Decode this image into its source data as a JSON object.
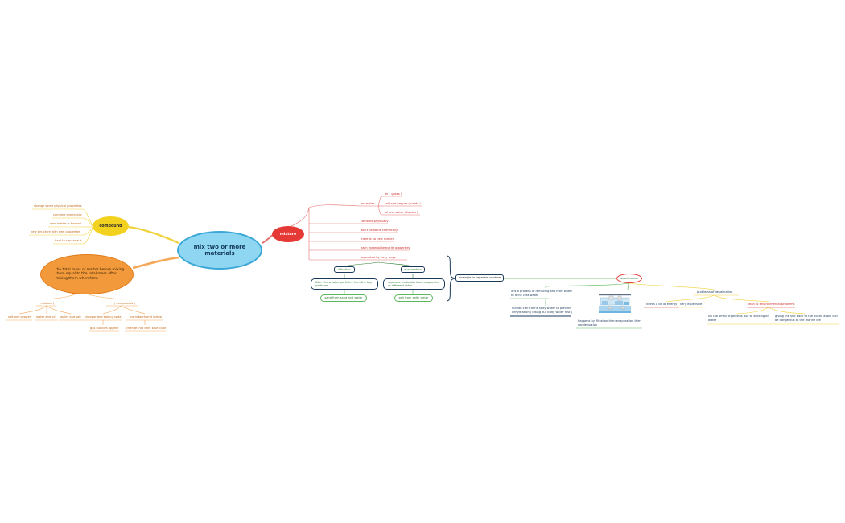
{
  "central": {
    "label": "mix two or more materials"
  },
  "compound": {
    "label": "compound",
    "items": [
      "change some physical properties",
      "combine chemically",
      "new matter is formed",
      "new structure with new properties",
      "hard to separate it"
    ]
  },
  "mass_note": {
    "label": "the total mass of matter before mixing them equal to the total mass after mixing them when form",
    "mixture_branch": {
      "label": "( mixture )",
      "items": [
        "salt and pepper",
        "water and oil",
        "water and salt"
      ]
    },
    "compounds_branch": {
      "label": "( compounds )",
      "items": [
        {
          "label": "vinegar and baking soda",
          "result": "gas bubbles appear"
        },
        {
          "label": "cornstarch and iodine",
          "result": "change into dark blue color"
        }
      ]
    }
  },
  "mixture": {
    "label": "mixture",
    "examples_label": "examples",
    "examples": [
      "air ( gases )",
      "salt and pepper ( solids )",
      "oil and water ( liquids )"
    ],
    "items": [
      "combine physically",
      "don't combine chemically",
      "there is no new matter",
      "each material keeps its properties",
      "separated by easy ways"
    ],
    "methods": [
      {
        "label": "filtration",
        "desc": "filter the smaller particles from the big particles",
        "example": "sand from sand and water"
      },
      {
        "label": "evaporation",
        "desc": "separate materials from evaporate at different rates",
        "example": "salt from salty water"
      }
    ]
  },
  "separate": {
    "label": "example to separate mixture",
    "desalination": {
      "label": "desalination",
      "desc1": "it is a process of removing salt from water to drink clea water",
      "desc2": "human can't drink salty water to prevent dehydration ( losing our body water fast )",
      "desc3": "happens by filtration then evaporation then condensation",
      "problems_label": "problems of desalination",
      "problems": [
        "needs a lot of energy",
        "very expensive"
      ],
      "env_label": "lead to environmental problems",
      "env_items": [
        "kill the small organisms due to sucking of water",
        "giving the salt back to the ocean again can be dangerous to the marine life"
      ]
    }
  },
  "colors": {
    "central_fill": "#8fd6f2",
    "compound_fill": "#f2d21f",
    "mass_fill": "#f29a3b",
    "mixture_fill": "#e53935",
    "orange": "#f5a85a",
    "red": "#e57373",
    "green": "#5cb85c",
    "yellow": "#f0d23a",
    "dark": "#1b3a5a"
  }
}
